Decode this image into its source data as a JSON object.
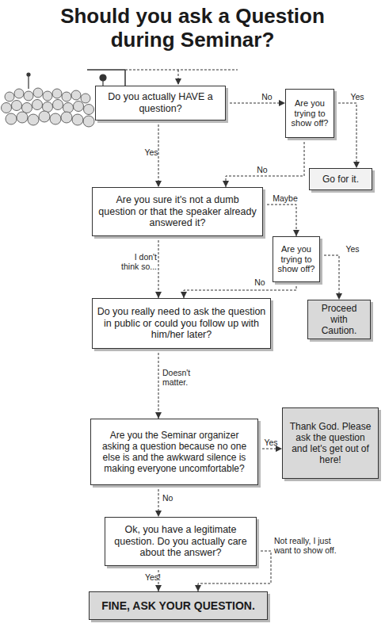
{
  "diagram": {
    "title": "Should you ask a Question during Seminar?",
    "nodes": [
      {
        "text": [
          "Do you actually HAVE a question?"
        ]
      },
      {
        "text": [
          "Are you trying to show off?"
        ]
      },
      {
        "text": [
          "Go for it."
        ]
      },
      {
        "text": [
          "Are you sure it's not a dumb question or that the speaker already answered it?"
        ]
      },
      {
        "text": [
          "Are you trying to show off?"
        ]
      },
      {
        "text": [
          "Proceed with Caution."
        ]
      },
      {
        "text": [
          "Do you really need to ask the question in public or could you follow up with him/her later?"
        ]
      },
      {
        "text": [
          "Are you the Seminar organizer asking a question because no one else is and the awkward silence is making everyone uncomfortable?"
        ]
      },
      {
        "text": [
          "Thank God. Please ask the question and let's get out of here!"
        ]
      },
      {
        "text": [
          "Ok, you have a legitimate question. Do you actually care about the answer?"
        ]
      },
      {
        "text": [
          "FINE, ASK YOUR QUESTION."
        ]
      }
    ],
    "edges": [
      {
        "from": 0,
        "to": 1,
        "arrow": "to",
        "label": "No"
      },
      {
        "from": 0,
        "to": 3,
        "arrow": "to",
        "label": "Yes"
      },
      {
        "from": 1,
        "to": 2,
        "arrow": "to",
        "label": "Yes"
      },
      {
        "from": 1,
        "to": 3,
        "arrow": "to",
        "label": "No"
      },
      {
        "from": 3,
        "to": 4,
        "arrow": "to",
        "label": "Maybe"
      },
      {
        "from": 3,
        "to": 6,
        "arrow": "to",
        "label": "I don't think so..."
      },
      {
        "from": 4,
        "to": 5,
        "arrow": "to",
        "label": "Yes"
      },
      {
        "from": 4,
        "to": 6,
        "arrow": "to",
        "label": "No"
      },
      {
        "from": 6,
        "to": 7,
        "arrow": "to",
        "label": "Doesn't matter."
      },
      {
        "from": 7,
        "to": 8,
        "arrow": "to",
        "label": "Yes"
      },
      {
        "from": 7,
        "to": 9,
        "arrow": "to",
        "label": "No"
      },
      {
        "from": 9,
        "to": 10,
        "arrow": "to",
        "label": "Yes!"
      },
      {
        "from": 9,
        "to": 10,
        "arrow": "to",
        "label": "Not really, I just want to show off."
      }
    ]
  }
}
